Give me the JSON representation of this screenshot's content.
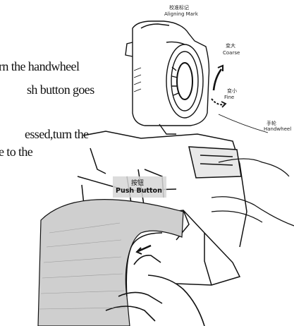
{
  "instructions": {
    "line1": "rn the handwheel",
    "line2": "sh button goes",
    "line3": "essed,turn the",
    "line4": "e to the"
  },
  "inset": {
    "aligning_mark_cn": "校准标记",
    "aligning_mark_en": "Aligning Mark",
    "coarse_cn": "变大",
    "coarse_en": "Coarse",
    "fine_cn": "变小",
    "fine_en": "Fine",
    "handwheel_cn": "手轮",
    "handwheel_en": "Handwheel"
  },
  "main_illustration": {
    "push_button_cn": "按钮",
    "push_button_en": "Push Button"
  }
}
